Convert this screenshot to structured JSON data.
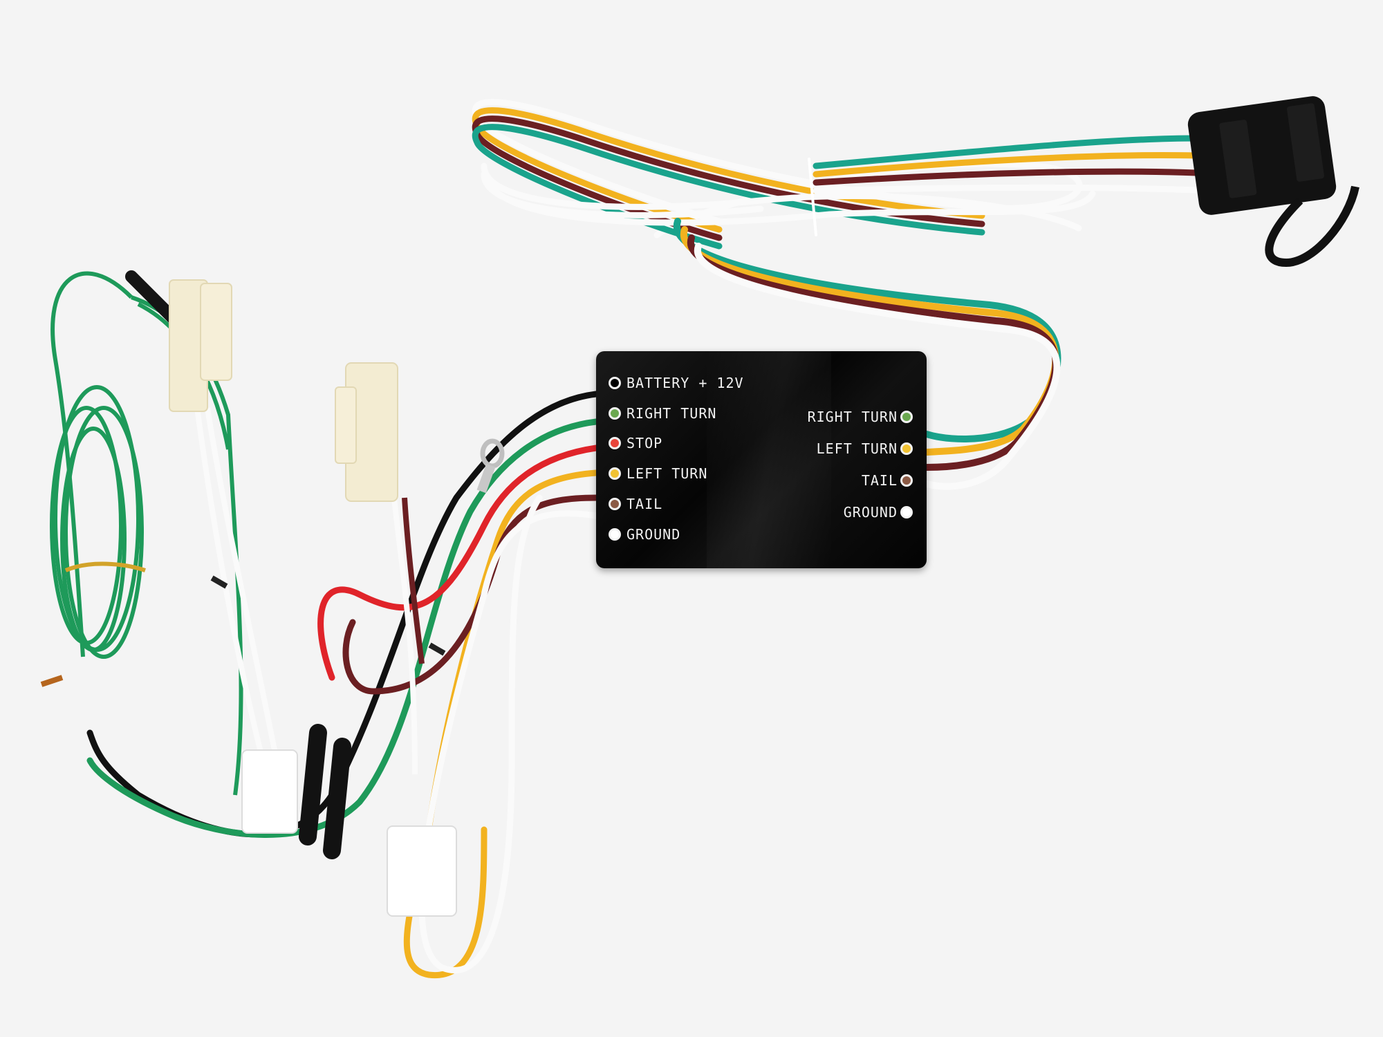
{
  "module": {
    "inputs": [
      {
        "label": "BATTERY + 12V",
        "color": "#000000"
      },
      {
        "label": "RIGHT TURN",
        "color": "#6aa84f"
      },
      {
        "label": "STOP",
        "color": "#e8443a"
      },
      {
        "label": "LEFT TURN",
        "color": "#f1c232"
      },
      {
        "label": "TAIL",
        "color": "#8b5a45"
      },
      {
        "label": "GROUND",
        "color": "#ffffff"
      }
    ],
    "outputs": [
      {
        "label": "RIGHT TURN",
        "color": "#6aa84f"
      },
      {
        "label": "LEFT TURN",
        "color": "#f1c232"
      },
      {
        "label": "TAIL",
        "color": "#8b5a45"
      },
      {
        "label": "GROUND",
        "color": "#ffffff"
      }
    ]
  },
  "colors": {
    "background": "#f4f4f4",
    "wire_green": "#1e9a5a",
    "wire_teal": "#1aa38c",
    "wire_yellow": "#f2b21f",
    "wire_brown": "#6b1f22",
    "wire_white": "#fafafa",
    "wire_red": "#e0242a",
    "wire_black": "#111111",
    "connector_cream": "#f3ecd2"
  }
}
